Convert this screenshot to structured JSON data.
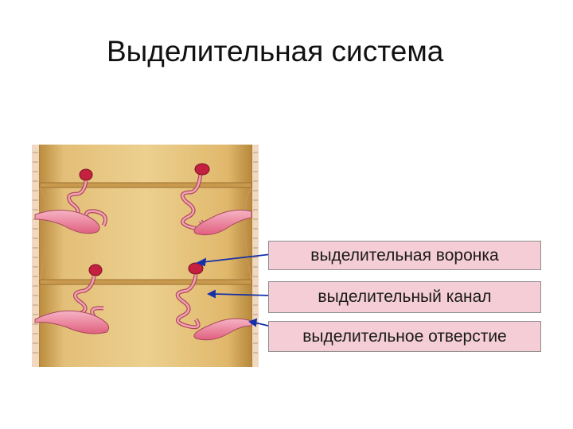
{
  "title": "Выделительная система",
  "labels": {
    "funnel": "выделительная воронка",
    "canal": "выделительный канал",
    "opening": "выделительное отверстие"
  },
  "colors": {
    "label_fill": "#f4cdd6",
    "label_border": "#8f8f8f",
    "pointer_line": "#1530a8",
    "body_tan": "#d2a85c",
    "organ_pink": "#ea7f98",
    "funnel_red": "#c42040"
  }
}
